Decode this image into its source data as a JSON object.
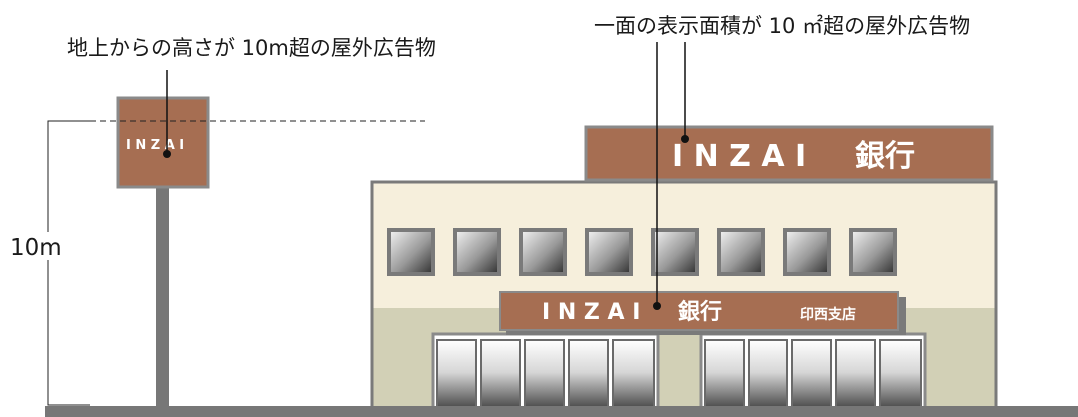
{
  "annotations": {
    "height_sign_caption": "地上からの高さが 10m超の屋外広告物",
    "area_sign_caption": "一面の表示面積が 10 ㎡超の屋外広告物",
    "height_measure": "10m"
  },
  "pole_sign": {
    "text": "I N Z A I"
  },
  "rooftop_sign": {
    "name": "I N Z A I",
    "suffix": "銀行"
  },
  "facade_sign": {
    "name": "I N Z A I",
    "suffix": "銀行",
    "branch": "印西支店"
  },
  "colors": {
    "sign_brown": "#a66e52",
    "sign_border": "#8a8a8a",
    "building_wall": "#f6efdc",
    "lower_wall": "#d2d0b6",
    "ground": "#777777",
    "pole": "#777777"
  }
}
